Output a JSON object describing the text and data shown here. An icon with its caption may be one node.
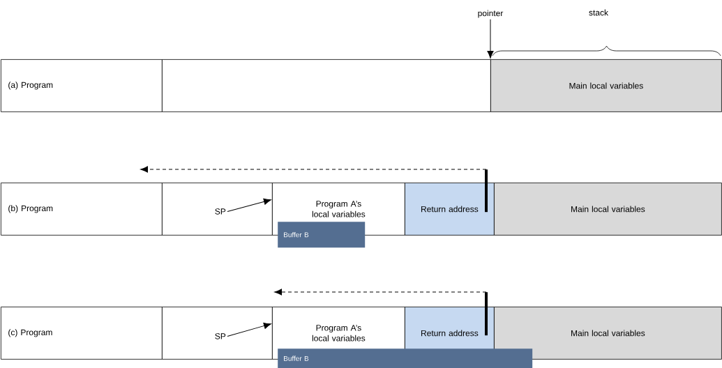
{
  "diagram": {
    "nodes": [
      {
        "text": [
          "pointer"
        ]
      },
      {
        "text": [
          "(a) Program"
        ]
      },
      {
        "text": [],
        "shape": "box"
      },
      {
        "text": [
          "Main local variables"
        ]
      },
      {
        "text": [],
        "shape": "bar"
      },
      {
        "text": [
          "(b) Program"
        ]
      },
      {
        "text": [],
        "shape": "box"
      },
      {
        "text": [
          "SP"
        ],
        "in": 6
      },
      {
        "text": [
          "Program A’s local variables"
        ]
      },
      {
        "text": [
          "Return address"
        ]
      },
      {
        "text": [
          "Main local variables"
        ]
      },
      {
        "text": [
          "Buffer B"
        ]
      },
      {
        "text": [],
        "shape": "bar"
      },
      {
        "text": [
          "(c) Program"
        ]
      },
      {
        "text": [],
        "shape": "box"
      },
      {
        "text": [
          "SP"
        ],
        "in": 14
      },
      {
        "text": [
          "Program A’s local variables"
        ]
      },
      {
        "text": [
          "Return address"
        ]
      },
      {
        "text": [
          "Main local variables"
        ]
      },
      {
        "text": [
          "Buffer B"
        ]
      }
    ],
    "edges": [
      {
        "from": 0,
        "to": 3,
        "arrow": "to"
      },
      {
        "from": 7,
        "to": 8,
        "arrow": "to"
      },
      {
        "from": 4,
        "to": null,
        "arrow": "to",
        "style": "dashed"
      },
      {
        "from": 15,
        "to": 16,
        "arrow": "to"
      },
      {
        "from": 12,
        "to": null,
        "arrow": "to",
        "style": "dashed"
      }
    ],
    "labels": [
      "stack"
    ]
  }
}
